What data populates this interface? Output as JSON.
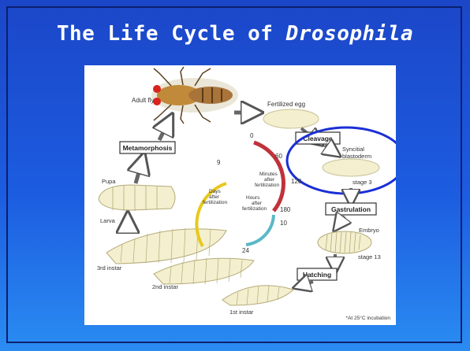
{
  "slide": {
    "title_prefix": "The Life Cycle of ",
    "title_italic": "Drosophila"
  },
  "figure": {
    "stages": {
      "adult_fly": "Adult fly",
      "fertilized_egg": "Fertilized egg",
      "syncitial_blastoderm": "Syncitial blastoderm",
      "blastoderm_line1": "Syncitial",
      "blastoderm_line2": "blastoderm",
      "stage3": "stage 3",
      "embryo": "Embryo",
      "stage13": "stage 13",
      "pupa": "Pupa",
      "larva": "Larva",
      "third_instar": "3rd instar",
      "second_instar": "2nd instar",
      "first_instar": "1st instar"
    },
    "processes": {
      "metamorphosis": "Metamorphosis",
      "cleavage": "Cleavage",
      "gastrulation": "Gastrulation",
      "hatching": "Hatching"
    },
    "timeline": {
      "days_label_1": "Days",
      "days_label_2": "after",
      "days_label_3": "fertilization",
      "days_start": "9",
      "days_end": "0",
      "minutes_label_1": "Minutes",
      "minutes_label_2": "after",
      "minutes_label_3": "fertilization",
      "minutes_0": "0",
      "minutes_60": "60",
      "minutes_120": "120",
      "minutes_180": "180",
      "hours_label_1": "Hours",
      "hours_label_2": "after",
      "hours_label_3": "fertilization",
      "hours_10": "10",
      "hours_24": "24"
    },
    "footnote": "*At 25°C incubation"
  },
  "colors": {
    "slide_bg": "#1c46c8",
    "highlight_circle": "#1b2fd6",
    "days_arc": "#e8c81e",
    "minutes_arc": "#c0323a",
    "hours_arc": "#5bb8c8"
  }
}
